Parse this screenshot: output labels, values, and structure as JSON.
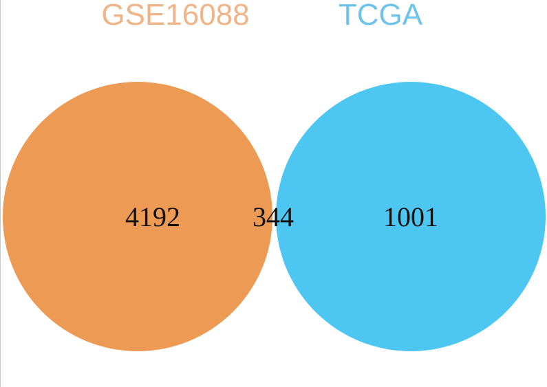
{
  "sets": [
    {
      "name": "GSE16088",
      "color": "#EC9A54",
      "label_color": "#EFB488"
    },
    {
      "name": "TCGA",
      "color": "#4DC6F2",
      "label_color": "#6FC3EB"
    }
  ],
  "overlap_color": "#48A7C2",
  "counts": {
    "only_gse16088": "4192",
    "intersection": "344",
    "only_tcga": "1001"
  }
}
